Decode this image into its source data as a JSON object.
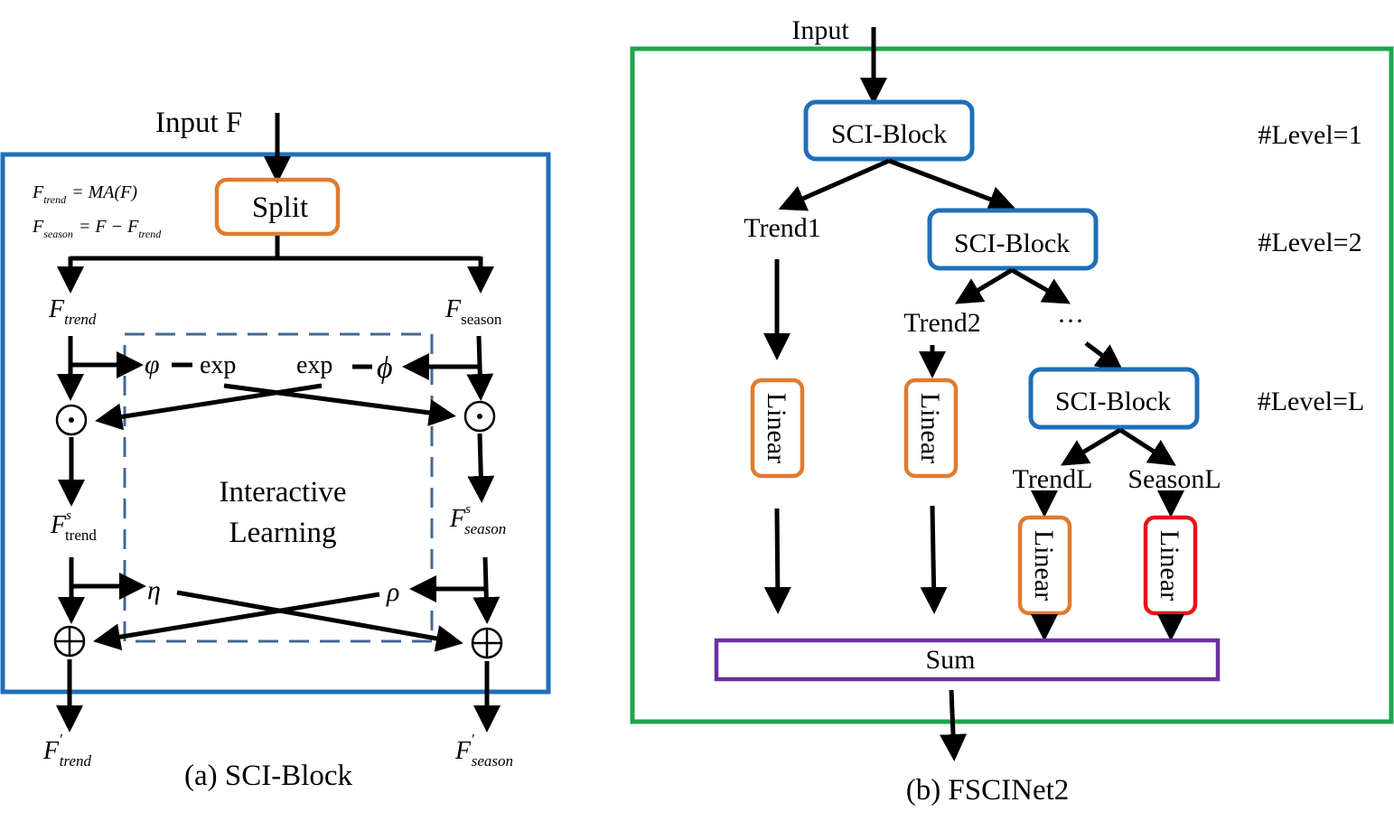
{
  "colors": {
    "blue": "#1F6FB8",
    "orange": "#E07B2F",
    "red": "#E5141A",
    "purple": "#6B2FA0",
    "green": "#1DA54B",
    "dash": "#44688F",
    "black": "#000000"
  },
  "panel_a": {
    "input_label": "Input F",
    "split_label": "Split",
    "formula_trend": {
      "base": "F",
      "sub": "trend",
      "rhs": "= MA(F)"
    },
    "formula_season": {
      "base": "F",
      "sub": "season",
      "rhs1": "= F − F",
      "rhs_sub": "trend"
    },
    "f_trend": {
      "base": "F",
      "sub": "trend"
    },
    "f_season": {
      "base": "F",
      "sub": "season"
    },
    "phi_left": "φ",
    "phi_right": "ϕ",
    "exp_left": "exp",
    "exp_right": "exp",
    "odot_symbol": "⊙",
    "interactive_line1": "Interactive",
    "interactive_line2": "Learning",
    "fs_trend": {
      "base": "F",
      "sup": "s",
      "sub": "trend"
    },
    "fs_season": {
      "base": "F",
      "sup": "s",
      "sub": "season"
    },
    "eta": "η",
    "rho": "ρ",
    "oplus_symbol": "⊕",
    "fp_trend": {
      "base": "F",
      "sup": "'",
      "sub": "trend"
    },
    "fp_season": {
      "base": "F",
      "sup": "'",
      "sub": "season"
    },
    "caption": "(a) SCI-Block"
  },
  "panel_b": {
    "input_label": "Input",
    "sci_block_label": "SCI-Block",
    "level1": "#Level=1",
    "level2": "#Level=2",
    "levelL": "#Level=L",
    "trend1": "Trend1",
    "trend2": "Trend2",
    "ellipsis": "···",
    "trendL": "TrendL",
    "seasonL": "SeasonL",
    "linear_label": "Linear",
    "sum_label": "Sum",
    "caption": "(b) FSCINet2"
  }
}
